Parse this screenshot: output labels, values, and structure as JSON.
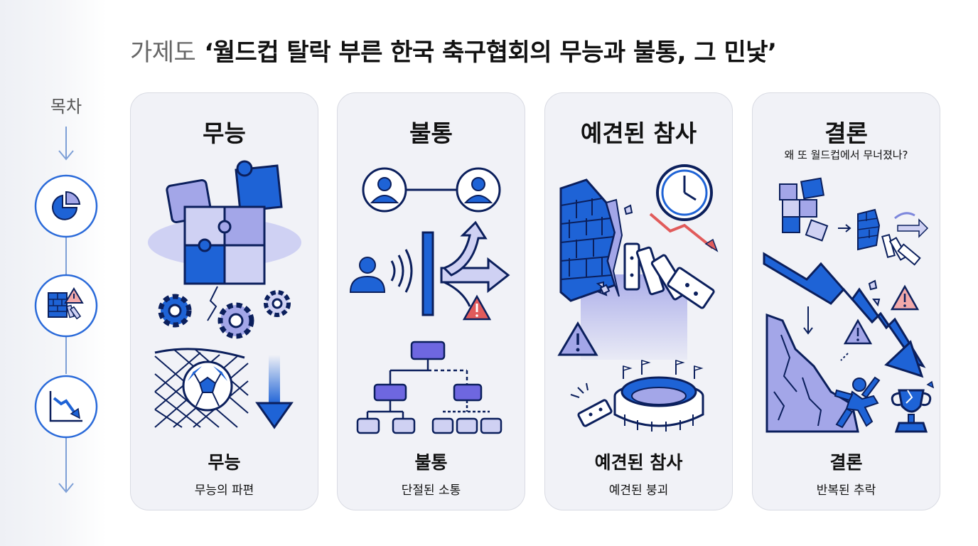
{
  "header": {
    "prefix": "가제도",
    "title": "‘월드컵 탈락 부른 한국 축구협회의 무능과 불통, 그 민낯’"
  },
  "toc": {
    "label": "목차",
    "icons": [
      "pie-chart-icon",
      "broken-wall-icon",
      "decline-chart-icon"
    ]
  },
  "cards": [
    {
      "title": "무능",
      "subtitle": "",
      "footer_title": "무능",
      "footer_subtitle": "무능의 파편",
      "icons": [
        "puzzle-icon",
        "gears-icon",
        "soccer-net-icon",
        "down-arrow-icon"
      ]
    },
    {
      "title": "불통",
      "subtitle": "",
      "footer_title": "불통",
      "footer_subtitle": "단절된 소통",
      "icons": [
        "connected-users-icon",
        "blocked-speech-icon",
        "warning-icon",
        "org-chart-icon"
      ]
    },
    {
      "title": "예견된 참사",
      "subtitle": "",
      "footer_title": "예견된 참사",
      "footer_subtitle": "예견된 붕괴",
      "icons": [
        "crumbling-wall-icon",
        "clock-icon",
        "dominoes-icon",
        "warning-icon",
        "stadium-icon"
      ]
    },
    {
      "title": "결론",
      "subtitle": "왜 또 월드컵에서 무너졌나?",
      "footer_title": "결론",
      "footer_subtitle": "반복된 추락",
      "icons": [
        "puzzle-icon",
        "wall-dominoes-icon",
        "falling-arrow-icon",
        "cliff-icon",
        "falling-person-icon",
        "broken-trophy-icon"
      ]
    }
  ],
  "colors": {
    "blue": "#1e63d6",
    "lavender": "#a3a6e8",
    "light_lavender": "#cfd1f3",
    "warning_red": "#e15b5b",
    "card_bg": "#f1f2f7"
  }
}
